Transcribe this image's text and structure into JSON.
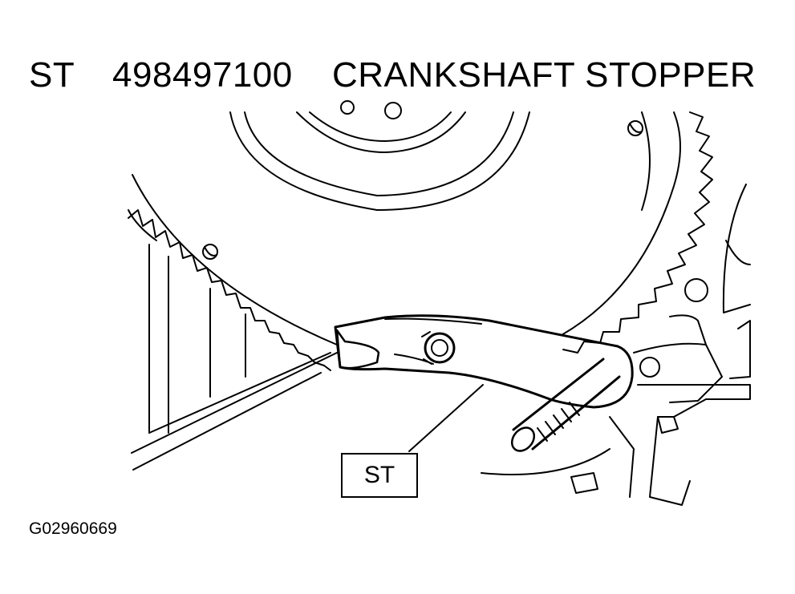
{
  "header": {
    "code": "ST",
    "part_number": "498497100",
    "tool_name": "CRANKSHAFT STOPPER"
  },
  "callout": {
    "label": "ST"
  },
  "figure_id": "G02960669"
}
